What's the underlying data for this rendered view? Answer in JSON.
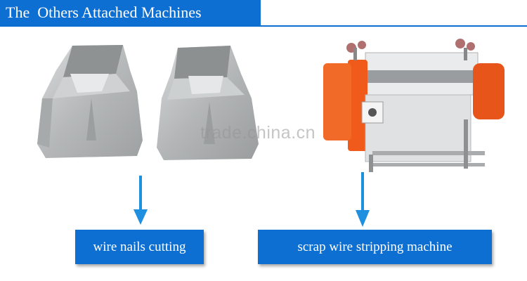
{
  "header": {
    "title": "The  Others Attached Machines",
    "color": "#0d6fd1"
  },
  "watermark": {
    "text": "trade.china.cn"
  },
  "items": [
    {
      "label": "wire nails cutting",
      "image": "cutting-blades-photo",
      "icon": "down-arrow-icon"
    },
    {
      "label": "scrap wire stripping machine",
      "image": "wire-stripping-machine-photo",
      "icon": "down-arrow-icon"
    }
  ],
  "colors": {
    "accent": "#0d6fd1",
    "arrow": "#1f8fe0",
    "machine_orange": "#f05a1a",
    "blade_gray": "#b8babb"
  }
}
